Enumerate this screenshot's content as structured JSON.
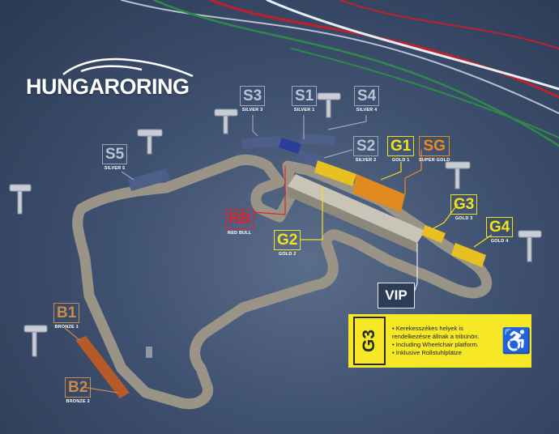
{
  "logo": {
    "text": "HUNGARORING"
  },
  "stands": {
    "s3": {
      "code": "S3",
      "name": "SILVER 3"
    },
    "s1": {
      "code": "S1",
      "name": "SILVER 1"
    },
    "s4": {
      "code": "S4",
      "name": "SILVER 4"
    },
    "s5": {
      "code": "S5",
      "name": "SILVER 5"
    },
    "s2": {
      "code": "S2",
      "name": "SILVER 2"
    },
    "g1": {
      "code": "G1",
      "name": "GOLD 1"
    },
    "sg": {
      "code": "SG",
      "name": "SUPER GOLD"
    },
    "g3": {
      "code": "G3",
      "name": "GOLD 3"
    },
    "g4": {
      "code": "G4",
      "name": "GOLD 4"
    },
    "rb": {
      "code": "RB",
      "name": "RED BULL"
    },
    "g2": {
      "code": "G2",
      "name": "GOLD 2"
    },
    "vip": {
      "code": "VIP"
    },
    "b1": {
      "code": "B1",
      "name": "BRONZE 1"
    },
    "b2": {
      "code": "B2",
      "name": "BRONZE 2"
    }
  },
  "legend": {
    "code": "G3",
    "lines": [
      "• Kerekesszékes helyek is rendelkezésre állnak a tribünön.",
      "• Including Wheelchair platform.",
      "• Inklusive Rollstuhlplätze"
    ],
    "icon": "wheelchair-icon"
  },
  "colors": {
    "silver": "#9aa7ba",
    "gold": "#f2e21a",
    "super_gold": "#f08a1a",
    "red_bull": "#e0202a",
    "bronze": "#c98a4a",
    "track": "#ddd8cc",
    "background": "#3f5170"
  }
}
